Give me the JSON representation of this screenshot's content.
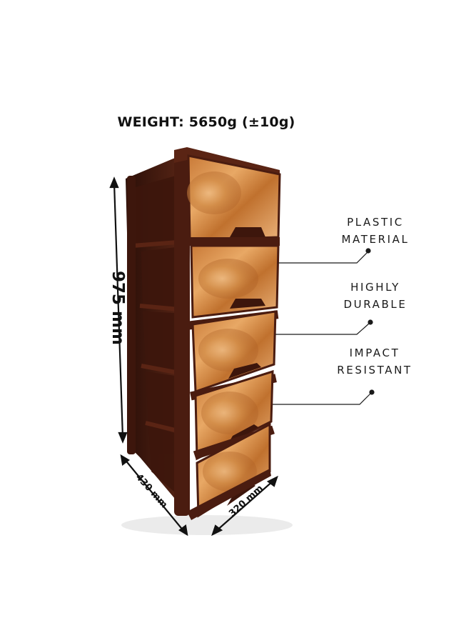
{
  "weight_label": "WEIGHT: 5650g (±10g)",
  "features": [
    {
      "line1": "PLASTIC",
      "line2": "MATERIAL"
    },
    {
      "line1": "HIGHLY",
      "line2": "DURABLE"
    },
    {
      "line1": "IMPACT",
      "line2": "RESISTANT"
    }
  ],
  "dimensions": {
    "height": "975 mm",
    "depth": "430 mm",
    "width": "320 mm"
  },
  "colors": {
    "frame": "#4a1c10",
    "wood_light": "#e3a05a",
    "wood_dark": "#a95a22"
  }
}
